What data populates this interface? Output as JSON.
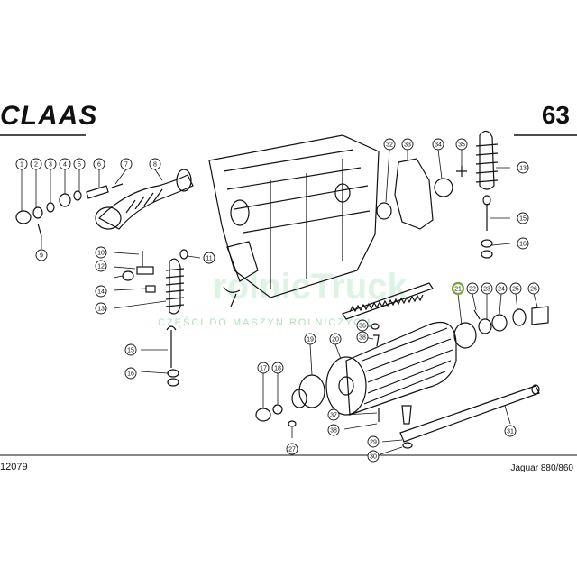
{
  "header": {
    "brand": "CLAAS",
    "page_number": "63"
  },
  "footer": {
    "code": "12079",
    "model": "Jaguar 880/860"
  },
  "watermark": {
    "logo": "rolnicTruck",
    "text": "CZĘŚCI DO MASZYN ROLNICZYCH"
  },
  "callouts": [
    {
      "label": "1"
    },
    {
      "label": "2"
    },
    {
      "label": "3"
    },
    {
      "label": "4"
    },
    {
      "label": "5"
    },
    {
      "label": "6"
    },
    {
      "label": "7"
    },
    {
      "label": "8"
    },
    {
      "label": "9"
    },
    {
      "label": "10"
    },
    {
      "label": "12"
    },
    {
      "label": "11"
    },
    {
      "label": "14"
    },
    {
      "label": "13"
    },
    {
      "label": "11"
    },
    {
      "label": "15"
    },
    {
      "label": "16"
    },
    {
      "label": "32"
    },
    {
      "label": "33"
    },
    {
      "label": "34"
    },
    {
      "label": "35"
    },
    {
      "label": "13"
    },
    {
      "label": "15"
    },
    {
      "label": "16"
    },
    {
      "label": "21"
    },
    {
      "label": "22"
    },
    {
      "label": "23"
    },
    {
      "label": "24"
    },
    {
      "label": "25"
    },
    {
      "label": "26"
    },
    {
      "label": "36"
    },
    {
      "label": "38"
    },
    {
      "label": "19"
    },
    {
      "label": "20"
    },
    {
      "label": "17"
    },
    {
      "label": "18"
    },
    {
      "label": "37"
    },
    {
      "label": "38"
    },
    {
      "label": "27"
    },
    {
      "label": "29"
    },
    {
      "label": "30"
    },
    {
      "label": "31"
    }
  ],
  "highlight_color": "#7aa33a"
}
